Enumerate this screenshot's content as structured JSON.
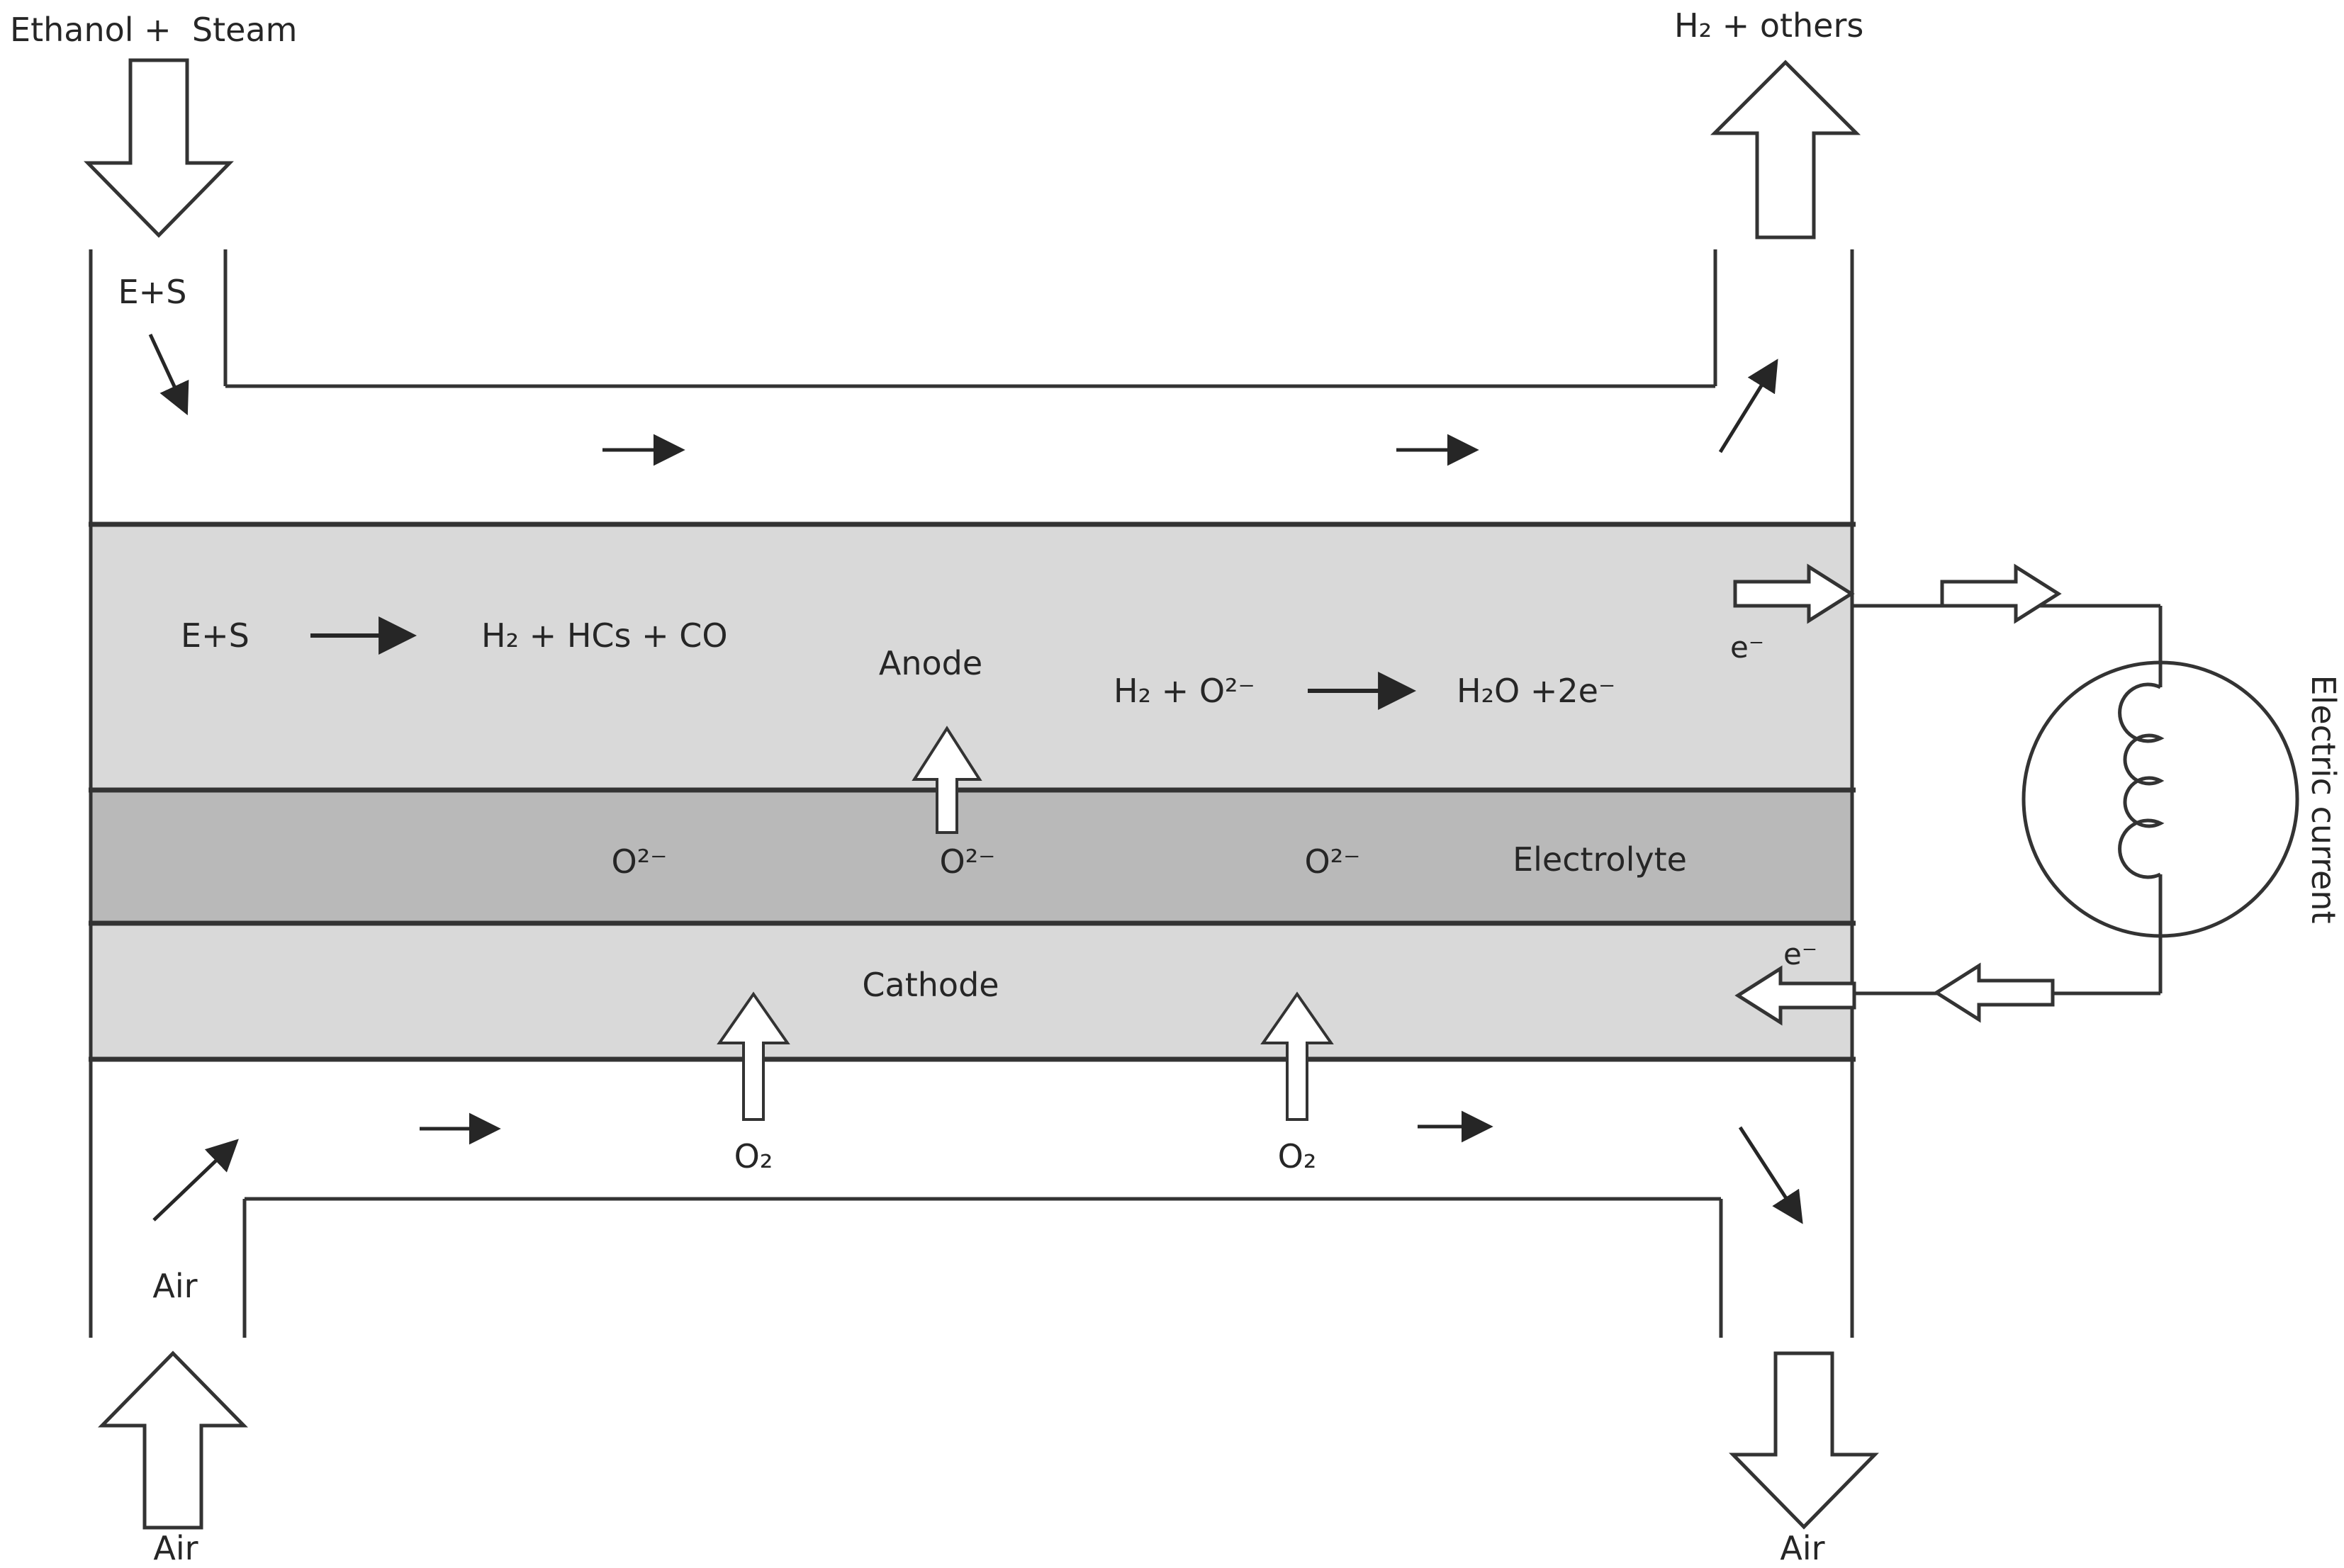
{
  "diagram": {
    "inlet_top": "Ethanol +  Steam",
    "outlet_top": "H₂ + others",
    "fuel_short": "E+S",
    "reforming_product": "H₂ + HCs + CO",
    "anode_label": "Anode",
    "anode_reaction_lhs": "H₂ + O²⁻",
    "anode_reaction_rhs": "H₂O +2e⁻",
    "oxide_ion": "O²⁻",
    "electrolyte_label": "Electrolyte",
    "cathode_label": "Cathode",
    "oxygen": "O₂",
    "air": "Air",
    "electron": "e⁻",
    "electric_current": "Electric current"
  },
  "colors": {
    "electrode_fill": "#d9d9d9",
    "electrolyte_fill": "#b9b9b9",
    "line": "#333333",
    "text": "#262626",
    "background": "#ffffff"
  }
}
